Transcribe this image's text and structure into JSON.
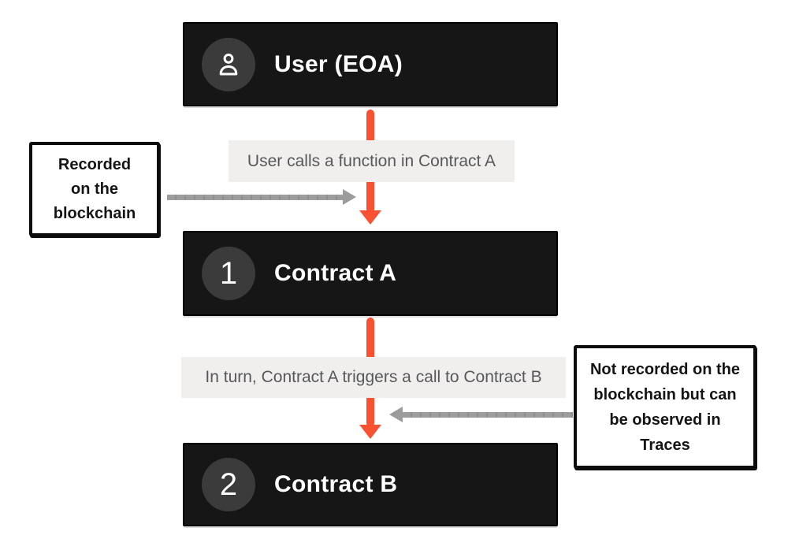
{
  "diagram": {
    "nodes": [
      {
        "id": "user",
        "title": "User (EOA)",
        "icon": "user-icon"
      },
      {
        "id": "contract-a",
        "title": "Contract A",
        "badge": "1"
      },
      {
        "id": "contract-b",
        "title": "Contract B",
        "badge": "2"
      }
    ],
    "edge_labels": [
      {
        "text": "User calls a function in Contract A"
      },
      {
        "text": "In turn, Contract A triggers a call to Contract B"
      }
    ],
    "notes": [
      {
        "id": "recorded-note",
        "lines": [
          "Recorded",
          "on the",
          "blockchain"
        ]
      },
      {
        "id": "not-recorded-note",
        "lines": [
          "Not recorded on the",
          "blockchain but can",
          "be observed in",
          "Traces"
        ]
      }
    ],
    "colors": {
      "arrow_orange": "#fa5130",
      "arrow_gray": "#9c9c9c",
      "node_background": "#161616",
      "node_circle": "#3b3b3b",
      "label_background": "#f0efee",
      "label_text": "#58585a",
      "note_border": "#0c0c0c"
    }
  }
}
